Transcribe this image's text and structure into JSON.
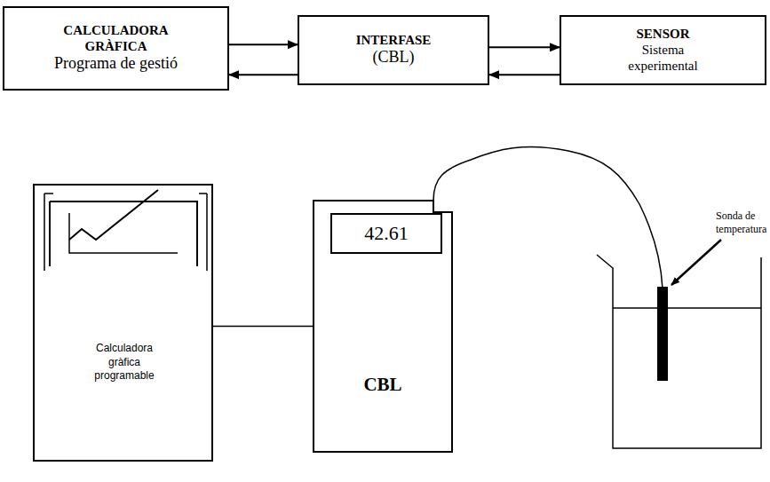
{
  "diagram": {
    "nodes": [
      {
        "text": [
          "CALCULADORA GRÀFICA",
          "Programa de gestió"
        ]
      },
      {
        "text": [
          "INTERFASE",
          "(CBL)"
        ]
      },
      {
        "text": [
          "SENSOR",
          "Sistema experimental"
        ]
      },
      {
        "text": [
          "Calculadora gràfica programable"
        ]
      },
      {
        "text": [
          "CBL"
        ]
      },
      {
        "text": [
          "42.61"
        ],
        "in": 4
      }
    ],
    "edges": [
      {
        "from": 0,
        "to": 1,
        "arrow": "to"
      },
      {
        "from": 1,
        "to": 0,
        "arrow": "to"
      },
      {
        "from": 1,
        "to": 2,
        "arrow": "to"
      },
      {
        "from": 2,
        "to": 1,
        "arrow": "to"
      },
      {
        "from": 3,
        "to": 4,
        "arrow": "none"
      }
    ],
    "labels": [
      "Sonda de temperatura"
    ]
  }
}
